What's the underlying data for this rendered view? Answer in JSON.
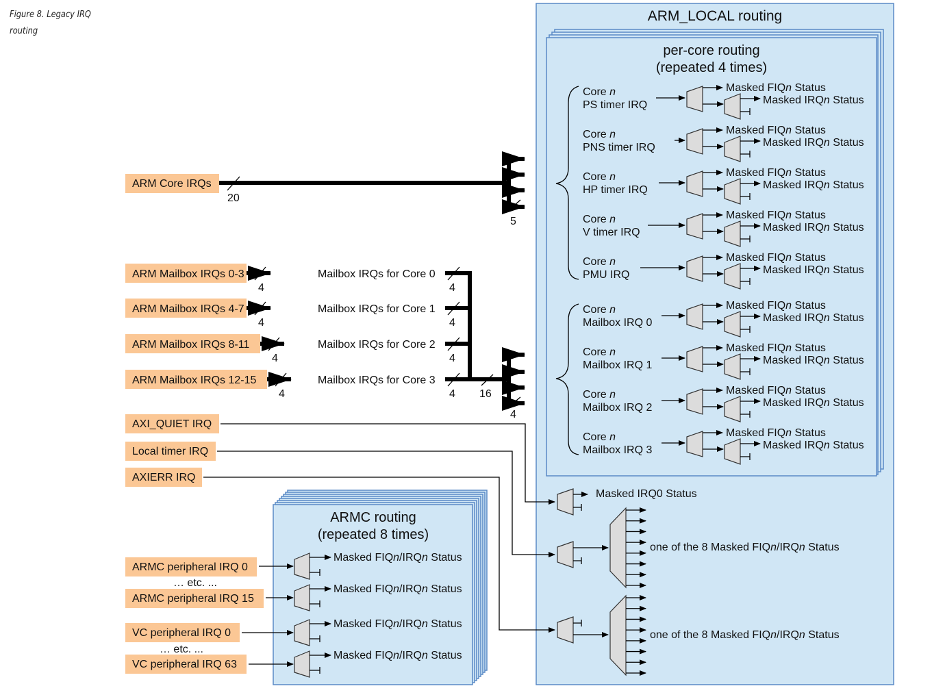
{
  "caption": "Figure 8. Legacy IRQ routing",
  "colors": {
    "source_fill": "#fbc795",
    "box_fill": "#d0e6f5",
    "box_stroke": "#5a8ac6",
    "mux_fill": "#dcdcdc"
  },
  "arm_local": {
    "title": "ARM_LOCAL routing",
    "per_core": {
      "title_line1": "per-core routing",
      "title_line2": "(repeated 4 times)",
      "fiq_out": "Masked FIQ",
      "irq_out": "Masked IRQ",
      "n": "n",
      "status": " Status",
      "core_prefix": "Core ",
      "inputs": [
        "PS timer IRQ",
        "PNS timer IRQ",
        "HP timer IRQ",
        "V timer IRQ",
        "PMU IRQ",
        "Mailbox IRQ 0",
        "Mailbox IRQ 1",
        "Mailbox IRQ 2",
        "Mailbox IRQ 3"
      ]
    },
    "global": {
      "irq0_out": "Masked IRQ0 Status",
      "fanout_out": "one of the 8 Masked FIQ",
      "fanout_mid": "/IRQ",
      "fanout_end": " Status",
      "n": "n"
    }
  },
  "sources": {
    "arm_core": {
      "label": "ARM Core IRQs",
      "width": "20",
      "split_width": "5"
    },
    "mailboxes": [
      {
        "label": "ARM Mailbox IRQs 0-3",
        "width": "4",
        "target": "Mailbox IRQs for Core 0",
        "out_width": "4"
      },
      {
        "label": "ARM Mailbox IRQs 4-7",
        "width": "4",
        "target": "Mailbox IRQs for Core 1",
        "out_width": "4"
      },
      {
        "label": "ARM Mailbox IRQs 8-11",
        "width": "4",
        "target": "Mailbox IRQs for Core 2",
        "out_width": "4"
      },
      {
        "label": "ARM Mailbox IRQs 12-15",
        "width": "4",
        "target": "Mailbox IRQs for Core 3",
        "out_width": "4"
      }
    ],
    "mailbox_bus_width": "16",
    "mailbox_split_width": "4",
    "axi_quiet": "AXI_QUIET IRQ",
    "local_timer": "Local timer IRQ",
    "axierr": "AXIERR IRQ",
    "armc_periph_0": "ARMC peripheral IRQ 0",
    "armc_periph_15": "ARMC peripheral IRQ 15",
    "vc_periph_0": "VC peripheral IRQ 0",
    "vc_periph_63": "VC peripheral IRQ 63",
    "etc": "… etc. ..."
  },
  "armc": {
    "title_line1": "ARMC routing",
    "title_line2": "(repeated 8 times)",
    "out_a": "Masked FIQ",
    "out_b": "/IRQ",
    "out_c": " Status",
    "n": "n"
  }
}
